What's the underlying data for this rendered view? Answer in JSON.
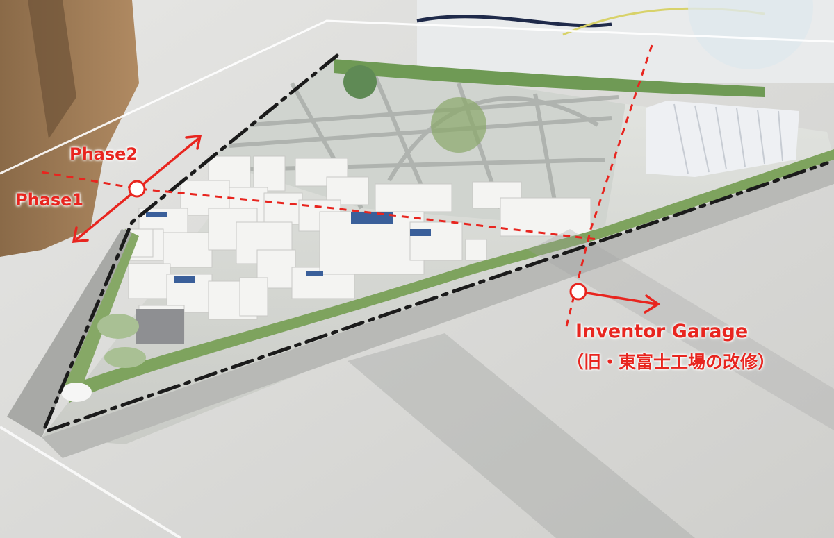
{
  "annotations": {
    "phase2": "Phase2",
    "phase1": "Phase1",
    "garage_title": "Inventor Garage",
    "garage_subtitle": "（旧・東富士工場の改修）"
  },
  "colors": {
    "annotation_red": "#e8251f",
    "boundary_black": "#1b1b1b",
    "model_base": "#d6d7d3",
    "greenery": "#7ea35e"
  }
}
